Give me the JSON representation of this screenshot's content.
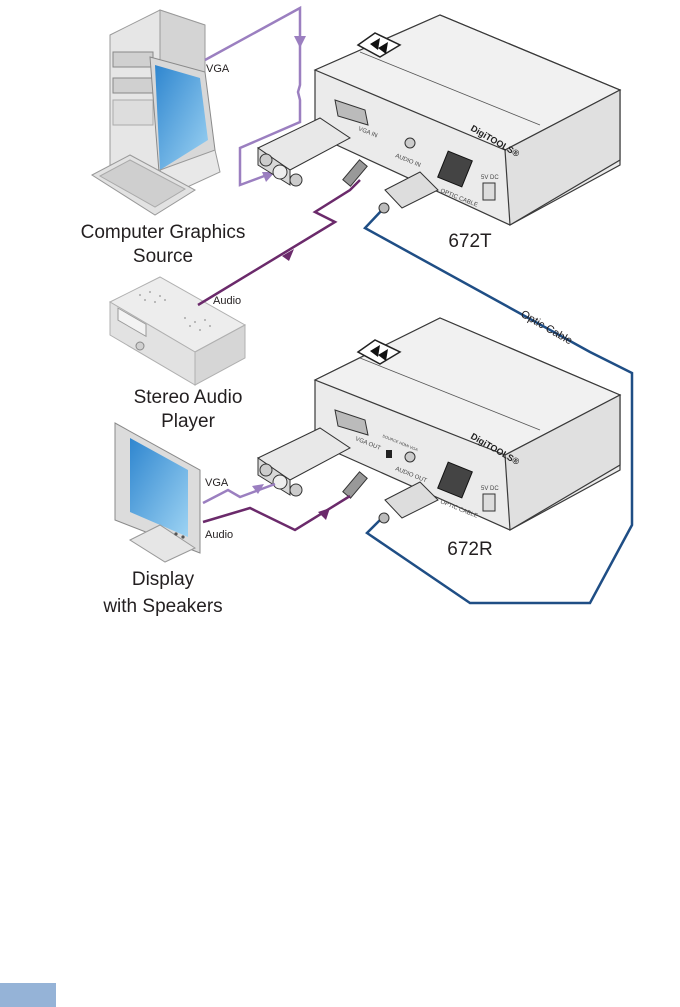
{
  "diagram": {
    "title": "672T / 672R connection diagram",
    "devices": {
      "computer": {
        "label_line1": "Computer Graphics",
        "label_line2": "Source"
      },
      "audio_player": {
        "label_line1": "Stereo Audio",
        "label_line2": "Player"
      },
      "display": {
        "label_line1": "Display",
        "label_line2": "with Speakers"
      },
      "transmitter": {
        "model": "672T",
        "brand_text": "DigiTOOLS®",
        "ports": [
          "VGA IN",
          "AUDIO IN",
          "OPTIC CABLE",
          "5V DC"
        ]
      },
      "receiver": {
        "model": "672R",
        "brand_text": "DigiTOOLS®",
        "ports": [
          "VGA OUT",
          "SOURCE HDMI VGA",
          "AUDIO OUT",
          "OPTIC CABLE",
          "5V DC"
        ]
      }
    },
    "cables": {
      "vga_in": "VGA",
      "audio_in": "Audio",
      "optic": "Optic Cable",
      "vga_out": "VGA",
      "audio_out": "Audio"
    },
    "colors": {
      "vga_cable": "#9b7fc0",
      "audio_cable": "#6b2a6b",
      "optic_cable": "#1f4e85",
      "page_tab": "#95b3d7",
      "device_fill": "#ececec",
      "device_stroke": "#3a3a3a",
      "screen": "#5aaee0"
    }
  },
  "footer": {
    "page_tab": ""
  }
}
